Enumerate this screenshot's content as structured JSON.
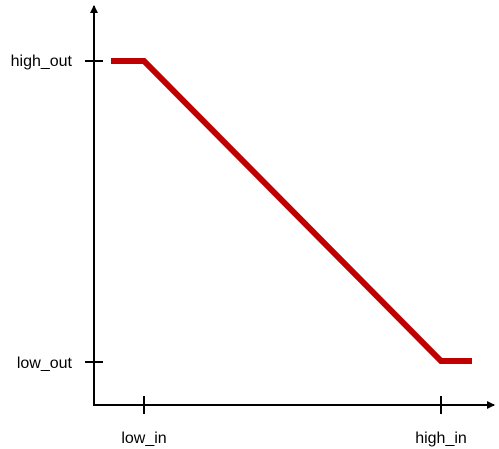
{
  "diagram": {
    "x_tick_labels": [
      "low_in",
      "high_in"
    ],
    "y_tick_labels": [
      "low_out",
      "high_out"
    ],
    "line_color": "#c00000",
    "axis_color": "#000000"
  }
}
